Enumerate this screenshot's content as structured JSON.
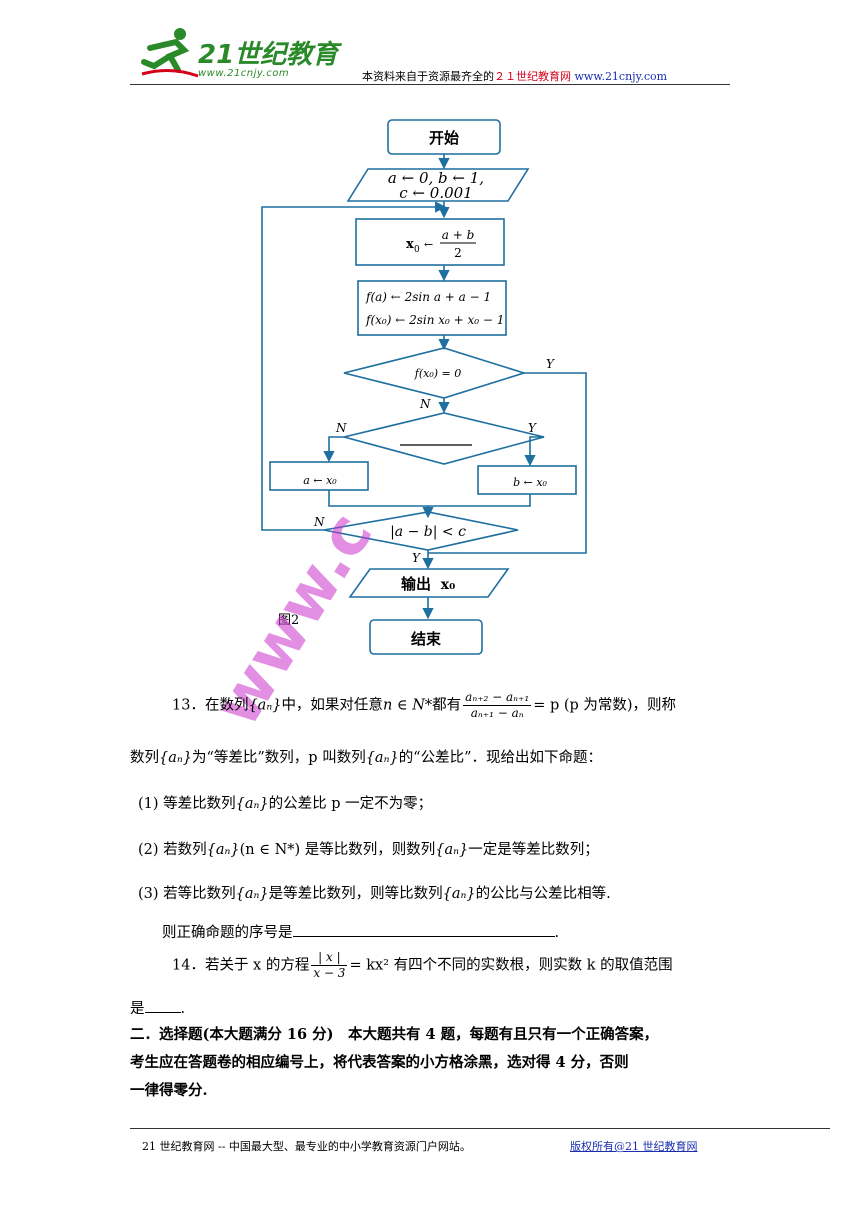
{
  "header": {
    "logo_main": "21世纪教育",
    "logo_url": "www.21cnjy.com",
    "text_prefix": "本资料来自于资源最齐全的",
    "text_red": "２１世纪教育网",
    "text_url": "www.21cnjy.com"
  },
  "flowchart": {
    "start": "开始",
    "init_line1": "a ← 0, b ← 1,",
    "init_line2": "c ← 0.001",
    "assign_x0_lhs": "x",
    "assign_x0_sub": "0",
    "assign_x0_num": "a + b",
    "assign_x0_den": "2",
    "f_line1": "f(a) ← 2sin a + a − 1",
    "f_line2": "f(x₀) ← 2sin x₀ + x₀ − 1",
    "cond1": "f(x₀) = 0",
    "cond3": "|a − b| < c",
    "assign_a": "a ← x₀",
    "assign_b": "b ← x₀",
    "label_Y": "Y",
    "label_N": "N",
    "output": "输出",
    "output_var": "x₀",
    "end": "结束",
    "figure_label": "图2"
  },
  "watermark": {
    "text": "www.c"
  },
  "q13": {
    "p1_a": "13．在数列",
    "seq": "{aₙ}",
    "p1_b": "中，如果对任意",
    "p1_c": "n ∈ N*",
    "p1_d": "都有",
    "frac_num": "aₙ₊₂ − aₙ₊₁",
    "frac_den": "aₙ₊₁ − aₙ",
    "p1_e": "= p (p 为常数)，则称",
    "p2_a": "数列",
    "p2_b": "为“等差比”数列，p 叫数列",
    "p2_c": "的“公差比”．现给出如下命题：",
    "item1_a": "(1) 等差比数列",
    "item1_b": "的公差比 p 一定不为零；",
    "item2_a": "(2) 若数列",
    "item2_b": "(n ∈ N*) 是等比数列，则数列",
    "item2_c": "一定是等差比数列；",
    "item3_a": "(3) 若等比数列",
    "item3_b": "是等差比数列，则等比数列",
    "item3_c": "的公比与公差比相等.",
    "answer_prompt": "则正确命题的序号是",
    "answer_end": "."
  },
  "q14": {
    "a": "14．若关于 x 的方程",
    "frac_num": "| x |",
    "frac_den": "x − 3",
    "b": "= kx² 有四个不同的实数根，则实数 k 的取值范围",
    "c": "是",
    "d": "."
  },
  "section2": {
    "line1": "二．选择题(本大题满分 16 分)　本大题共有 4 题，每题有且只有一个正确答案，",
    "line2": "考生应在答题卷的相应编号上，将代表答案的小方格涂黑，选对得 4 分，否则",
    "line3": "一律得零分."
  },
  "footer": {
    "left": "21 世纪教育网 -- 中国最大型、最专业的中小学教育资源门户网站。",
    "right": "版权所有@21 世纪教育网"
  }
}
